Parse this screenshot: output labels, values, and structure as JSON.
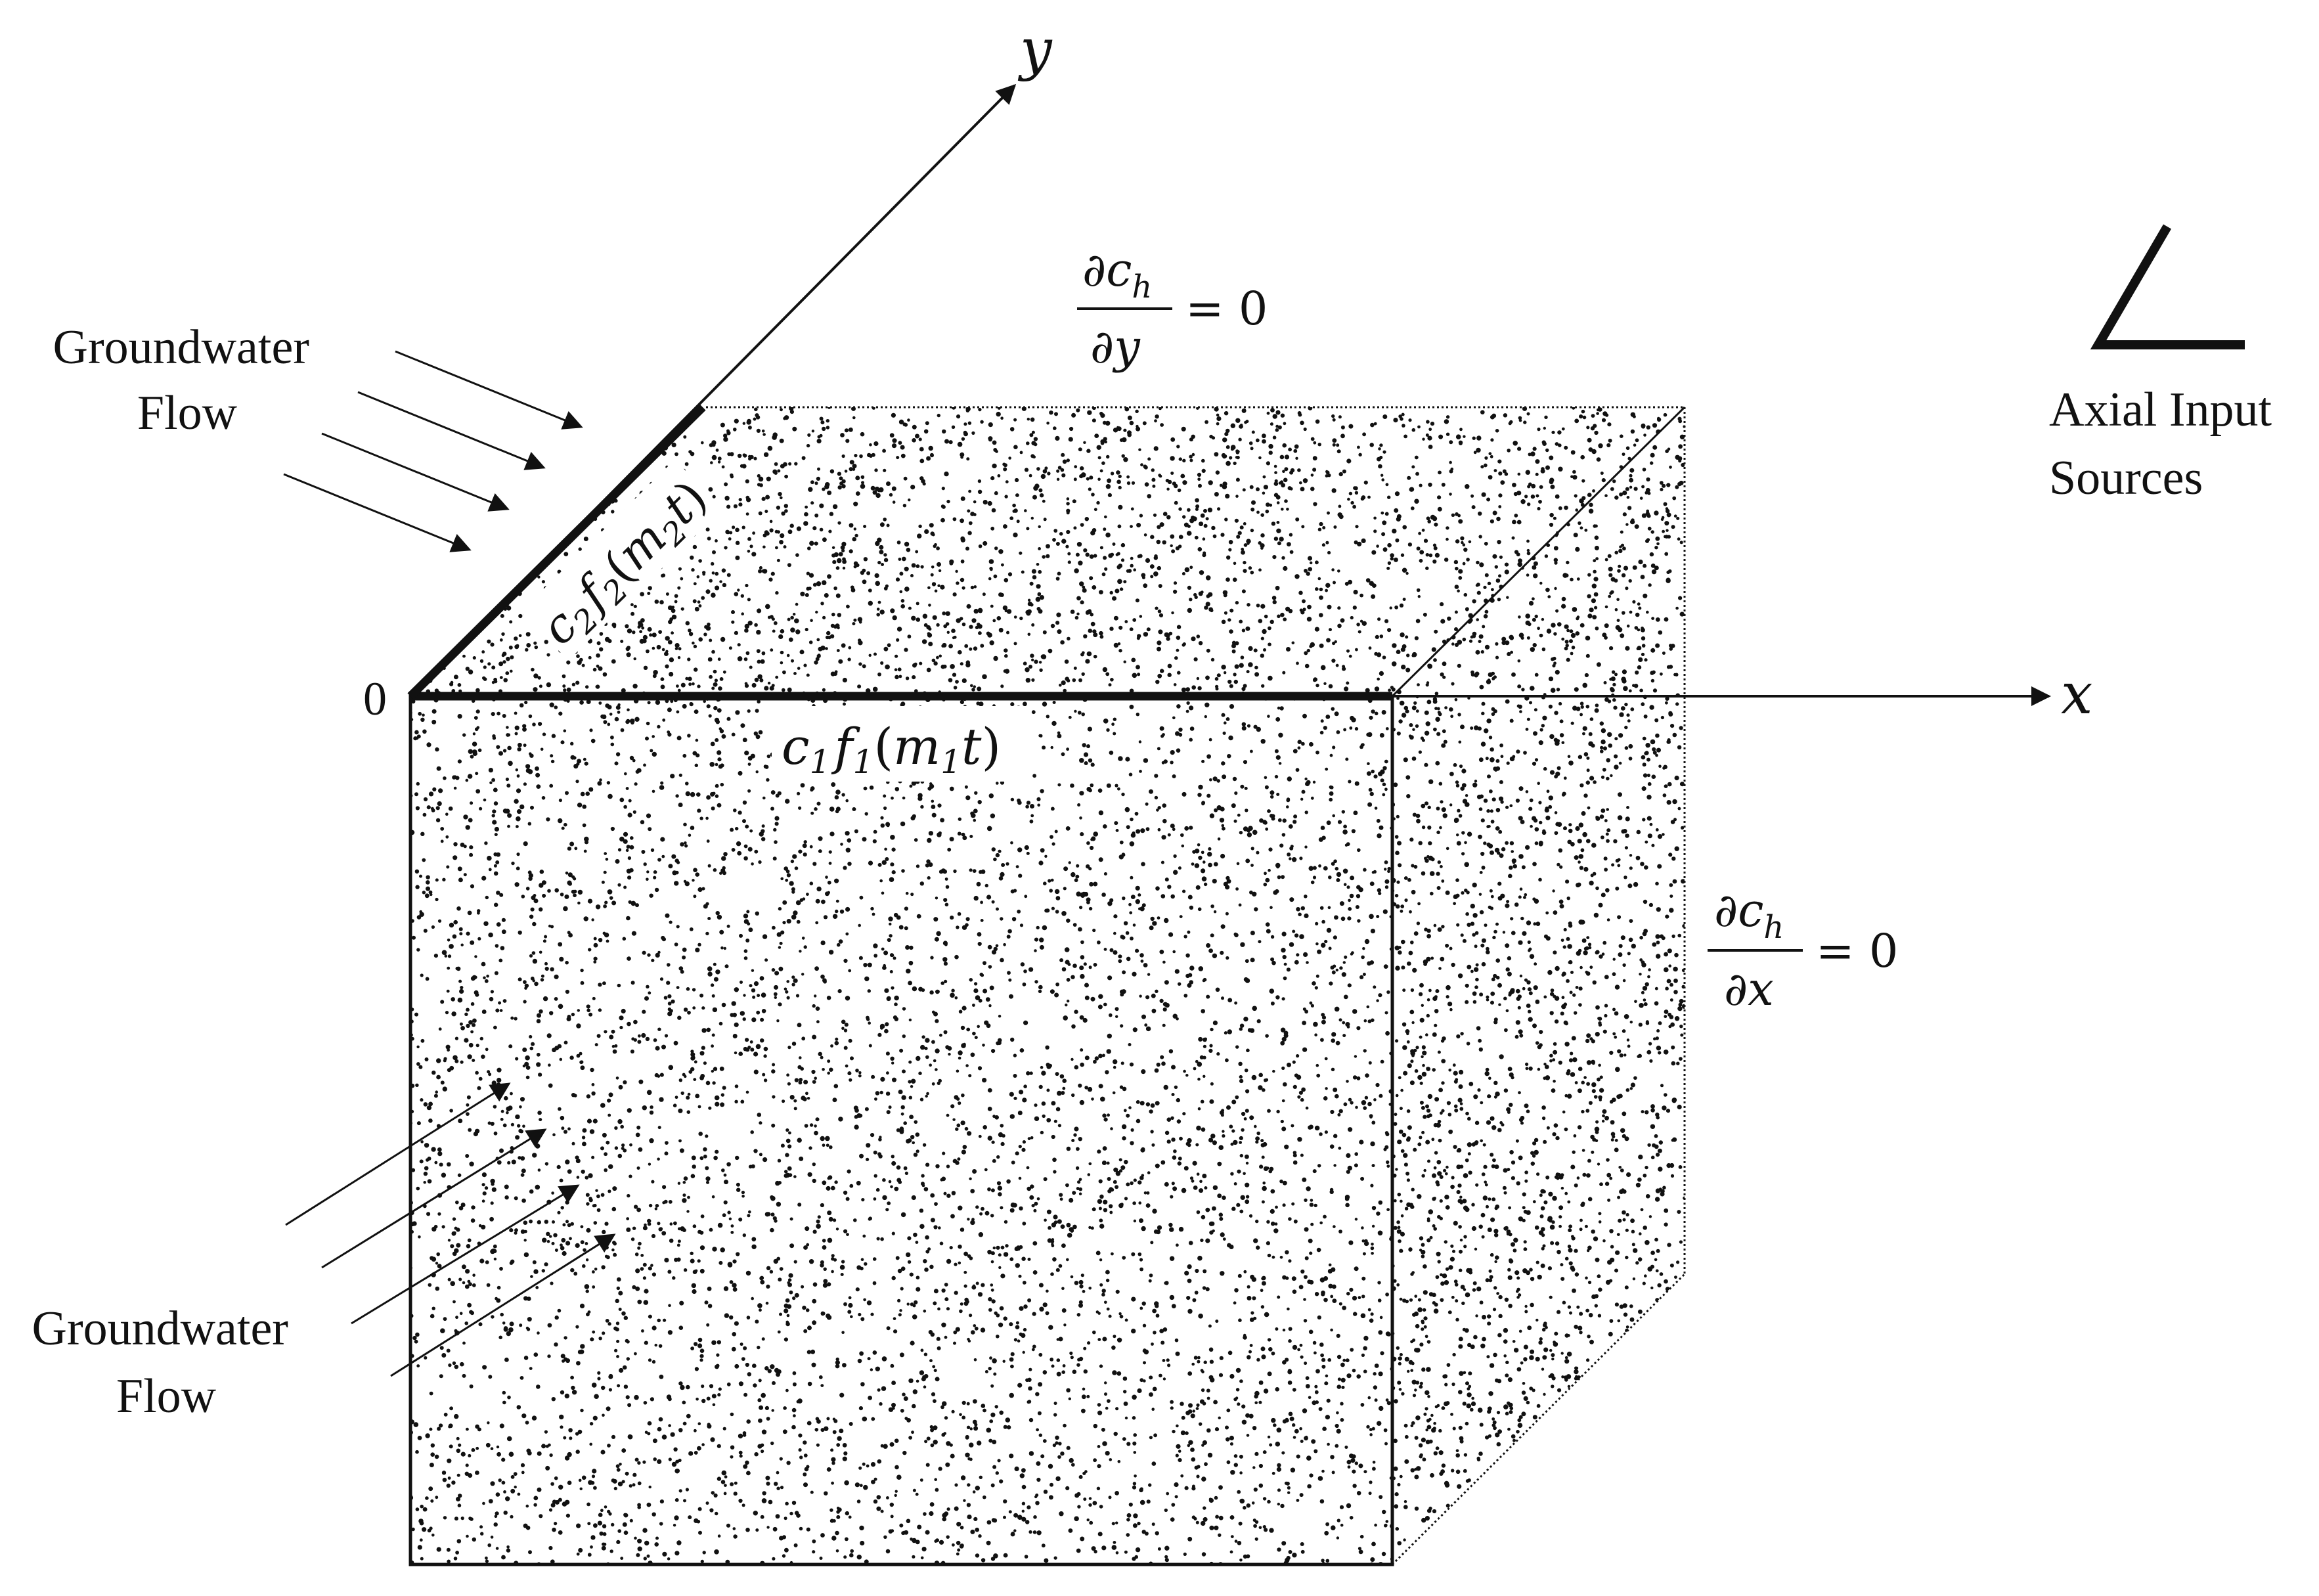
{
  "diagram": {
    "axis_labels": {
      "origin": "0",
      "x": "x",
      "y": "y"
    },
    "boundary_conditions": {
      "top": {
        "numerator": "∂c",
        "numerator_sub": "h",
        "denominator": "∂y",
        "rhs": "= 0"
      },
      "right": {
        "numerator": "∂c",
        "numerator_sub": "h",
        "denominator": "∂x",
        "rhs": "= 0"
      }
    },
    "sources": {
      "x_edge": {
        "c": "c",
        "c_sub": "1",
        "f": "f",
        "f_sub": "1",
        "open": "(",
        "m": "m",
        "m_sub": "1",
        "t": "t",
        "close": ")"
      },
      "y_edge": {
        "c": "c",
        "c_sub": "2",
        "f": "f",
        "f_sub": "2",
        "open": "(",
        "m": "m",
        "m_sub": "2",
        "t": "t",
        "close": ")"
      }
    },
    "labels": {
      "groundwater_top": [
        "Groundwater",
        "Flow"
      ],
      "groundwater_bottom": [
        "Groundwater",
        "Flow"
      ],
      "legend": [
        "Axial Input",
        "Sources"
      ]
    }
  }
}
